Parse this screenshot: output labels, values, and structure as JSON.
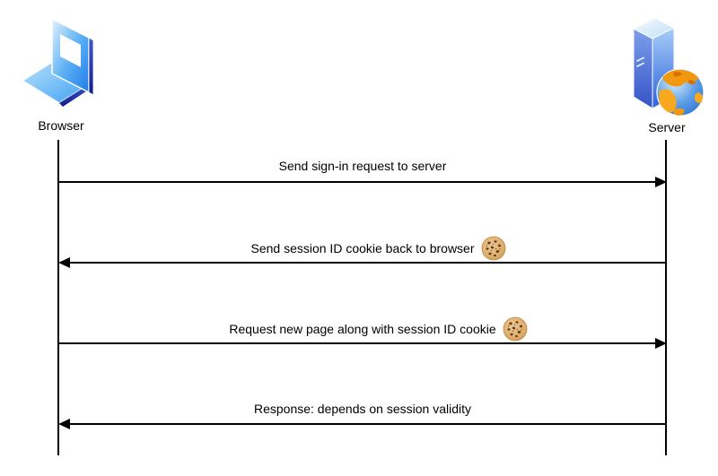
{
  "diagram": {
    "type": "sequence-diagram",
    "background": "#ffffff",
    "actors": [
      {
        "id": "browser",
        "label": "Browser",
        "icon": "laptop-icon"
      },
      {
        "id": "server",
        "label": "Server",
        "icon": "server-tower-globe-icon"
      }
    ],
    "messages": [
      {
        "text": "Send sign-in request to server",
        "direction": "right",
        "cookie": false
      },
      {
        "text": "Send session ID cookie back to browser",
        "direction": "left",
        "cookie": true
      },
      {
        "text": "Request new page along with session ID cookie",
        "direction": "right",
        "cookie": true
      },
      {
        "text": "Response: depends on session validity",
        "direction": "left",
        "cookie": false
      }
    ],
    "icons": {
      "cookie": "cookie-icon"
    },
    "colors": {
      "line": "#000000",
      "text": "#000000",
      "icon_blue": "#1f7ce9",
      "icon_light_blue": "#ddeffd",
      "icon_navy": "#1b2a9e",
      "globe_ocean": "#3b82d8",
      "globe_land": "#f2980f",
      "cookie_dough": "#d9a35c",
      "cookie_chip": "#5f3a1c"
    }
  }
}
